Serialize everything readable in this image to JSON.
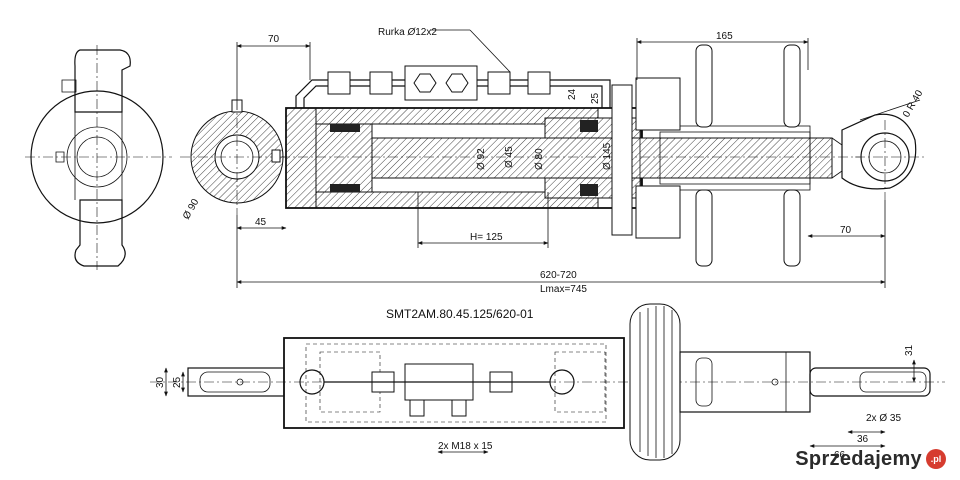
{
  "drawing": {
    "model_code": "SMT2AM.80.45.125/620-01",
    "hose_label": "Rurka ",
    "hose_spec": "12x2",
    "diameter_symbol": "Ø",
    "dims_top": {
      "d70_left": "70",
      "d165": "165",
      "d45": "45",
      "h125": "H= 125",
      "d70_right": "70",
      "range": "620-720",
      "lmax": "Lmax=745",
      "d24": "24",
      "d25": "25",
      "d92": "Ø 92",
      "d45_bore": "Ø 45",
      "d80": "Ø 80",
      "d145": "Ø 145",
      "d90": "Ø 90",
      "r40": "0 R 40"
    },
    "dims_bottom": {
      "d30": "30",
      "d25": "25",
      "ports": "2x M18 x 15",
      "d31": "31",
      "pin": "2x Ø 35",
      "d36": "36",
      "d66": "66"
    }
  },
  "watermark": {
    "text": "Sprzedajemy",
    "badge": ".pl"
  }
}
